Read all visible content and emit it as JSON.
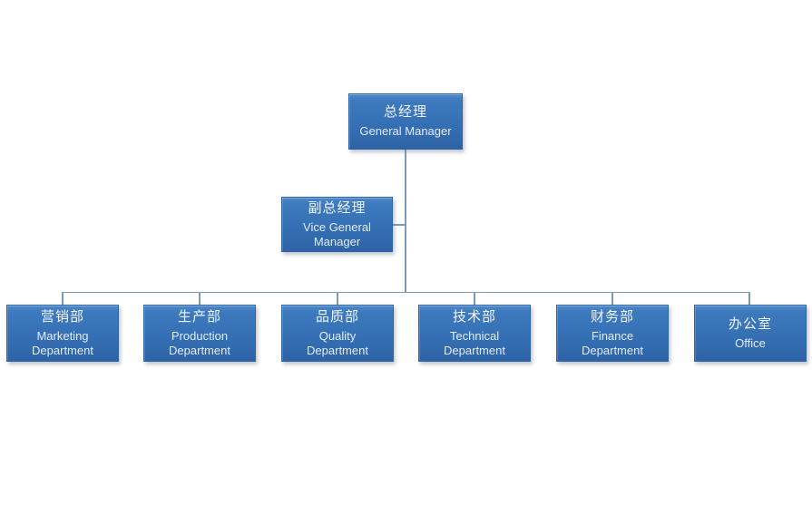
{
  "org_chart": {
    "nodes": {
      "general_manager": {
        "cn": "总经理",
        "en": "General Manager"
      },
      "vice_general_manager": {
        "cn": "副总经理",
        "en": "Vice General Manager"
      }
    },
    "departments": [
      {
        "cn": "营销部",
        "en": "Marketing Department"
      },
      {
        "cn": "生产部",
        "en": "Production Department"
      },
      {
        "cn": "品质部",
        "en": "Quality Department"
      },
      {
        "cn": "技术部",
        "en": "Technical Department"
      },
      {
        "cn": "财务部",
        "en": "Finance Department"
      },
      {
        "cn": "办公室",
        "en": "Office"
      }
    ],
    "colors": {
      "node_fill_top": "#4c88c9",
      "node_fill_bottom": "#2e63a6",
      "node_border": "#2f64a4",
      "node_text": "#f0f5fb",
      "connector": "#7d99b9",
      "background": "#ffffff"
    }
  }
}
